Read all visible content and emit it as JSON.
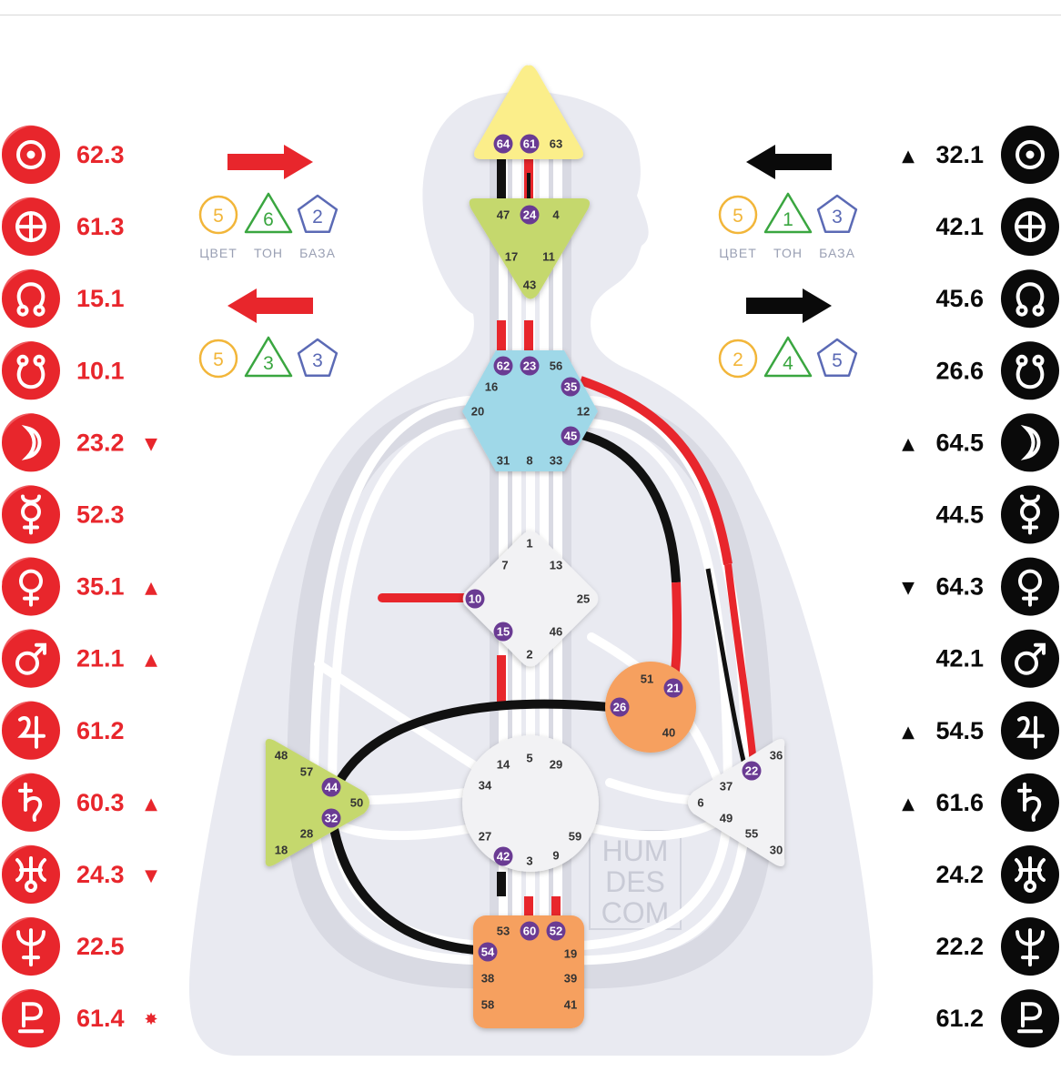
{
  "personality": [
    {
      "planet": "sun",
      "icon": "sun-icon",
      "value": "62.3",
      "mark": ""
    },
    {
      "planet": "earth",
      "icon": "earth-icon",
      "value": "61.3",
      "mark": ""
    },
    {
      "planet": "north-node",
      "icon": "north-node-icon",
      "value": "15.1",
      "mark": ""
    },
    {
      "planet": "south-node",
      "icon": "south-node-icon",
      "value": "10.1",
      "mark": ""
    },
    {
      "planet": "moon",
      "icon": "moon-icon",
      "value": "23.2",
      "mark": "▼"
    },
    {
      "planet": "mercury",
      "icon": "mercury-icon",
      "value": "52.3",
      "mark": ""
    },
    {
      "planet": "venus",
      "icon": "venus-icon",
      "value": "35.1",
      "mark": "▲"
    },
    {
      "planet": "mars",
      "icon": "mars-icon",
      "value": "21.1",
      "mark": "▲"
    },
    {
      "planet": "jupiter",
      "icon": "jupiter-icon",
      "value": "61.2",
      "mark": ""
    },
    {
      "planet": "saturn",
      "icon": "saturn-icon",
      "value": "60.3",
      "mark": "▲"
    },
    {
      "planet": "uranus",
      "icon": "uranus-icon",
      "value": "24.3",
      "mark": "▼"
    },
    {
      "planet": "neptune",
      "icon": "neptune-icon",
      "value": "22.5",
      "mark": ""
    },
    {
      "planet": "pluto",
      "icon": "pluto-icon",
      "value": "61.4",
      "mark": "✸"
    }
  ],
  "design": [
    {
      "planet": "sun",
      "icon": "sun-icon",
      "value": "32.1",
      "mark": "▲"
    },
    {
      "planet": "earth",
      "icon": "earth-icon",
      "value": "42.1",
      "mark": ""
    },
    {
      "planet": "north-node",
      "icon": "north-node-icon",
      "value": "45.6",
      "mark": ""
    },
    {
      "planet": "south-node",
      "icon": "south-node-icon",
      "value": "26.6",
      "mark": ""
    },
    {
      "planet": "moon",
      "icon": "moon-icon",
      "value": "64.5",
      "mark": "▲"
    },
    {
      "planet": "mercury",
      "icon": "mercury-icon",
      "value": "44.5",
      "mark": ""
    },
    {
      "planet": "venus",
      "icon": "venus-icon",
      "value": "64.3",
      "mark": "▼"
    },
    {
      "planet": "mars",
      "icon": "mars-icon",
      "value": "42.1",
      "mark": ""
    },
    {
      "planet": "jupiter",
      "icon": "jupiter-icon",
      "value": "54.5",
      "mark": "▲"
    },
    {
      "planet": "saturn",
      "icon": "saturn-icon",
      "value": "61.6",
      "mark": "▲"
    },
    {
      "planet": "uranus",
      "icon": "uranus-icon",
      "value": "24.2",
      "mark": ""
    },
    {
      "planet": "neptune",
      "icon": "neptune-icon",
      "value": "22.2",
      "mark": ""
    },
    {
      "planet": "pluto",
      "icon": "pluto-icon",
      "value": "61.2",
      "mark": ""
    }
  ],
  "variables": {
    "labels": {
      "color": "ЦВЕТ",
      "tone": "ТОН",
      "base": "БАЗА"
    },
    "personality_top": {
      "arrow": "right",
      "color": "5",
      "tone": "6",
      "base": "2"
    },
    "personality_bottom": {
      "arrow": "left",
      "color": "5",
      "tone": "3",
      "base": "3"
    },
    "design_top": {
      "arrow": "left",
      "color": "5",
      "tone": "1",
      "base": "3"
    },
    "design_bottom": {
      "arrow": "right",
      "color": "2",
      "tone": "4",
      "base": "5"
    }
  },
  "centers": {
    "head": {
      "gates": [
        "64",
        "61",
        "63"
      ]
    },
    "ajna": {
      "gates": [
        "47",
        "24",
        "4",
        "17",
        "11",
        "43"
      ]
    },
    "throat": {
      "gates": [
        "62",
        "23",
        "56",
        "16",
        "35",
        "20",
        "12",
        "45",
        "31",
        "8",
        "33"
      ]
    },
    "g": {
      "gates": [
        "1",
        "7",
        "13",
        "25",
        "10",
        "15",
        "46",
        "2"
      ]
    },
    "heart": {
      "gates": [
        "51",
        "21",
        "26",
        "40"
      ]
    },
    "spleen": {
      "gates": [
        "48",
        "57",
        "44",
        "50",
        "32",
        "28",
        "18"
      ]
    },
    "sacral": {
      "gates": [
        "5",
        "14",
        "29",
        "34",
        "27",
        "59",
        "42",
        "3",
        "9"
      ]
    },
    "solar_plexus": {
      "gates": [
        "36",
        "22",
        "37",
        "6",
        "49",
        "55",
        "30"
      ]
    },
    "root": {
      "gates": [
        "53",
        "60",
        "52",
        "54",
        "19",
        "38",
        "39",
        "58",
        "41"
      ]
    }
  },
  "watermark": [
    "HUM",
    "DES",
    "COM"
  ],
  "colors": {
    "personality": "#e8262c",
    "design": "#0a0a0a",
    "active_gate": "#6a3b93",
    "head": "#fbee8a",
    "ajna": "#c5d86d",
    "throat": "#9fd8e8",
    "heart": "#f6a05e",
    "spleen": "#c5d86d",
    "root": "#f6a05e",
    "undefined": "#f2f2f4",
    "color_var": "#f2b63a",
    "tone_var": "#3aa640",
    "base_var": "#5b6ab5"
  }
}
